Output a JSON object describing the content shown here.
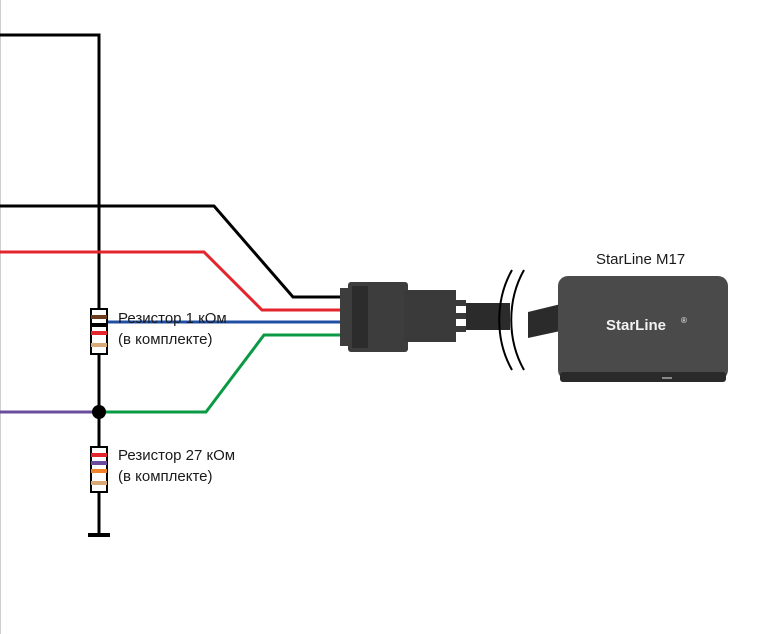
{
  "device": {
    "title": "StarLine M17",
    "brand": "StarLine",
    "brand_mark": "®"
  },
  "resistors": [
    {
      "label_line1": "Резистор 1 кОм",
      "label_line2": "(в комплекте)"
    },
    {
      "label_line1": "Резистор 27 кОм",
      "label_line2": "(в комплекте)"
    }
  ],
  "colors": {
    "wire_black": "#000000",
    "wire_red": "#e3262d",
    "wire_blue": "#1f4fa3",
    "wire_green": "#0a9a44",
    "wire_purple": "#6a4c9c",
    "connector": "#3d3d3d",
    "module": "#4a4a4a"
  }
}
